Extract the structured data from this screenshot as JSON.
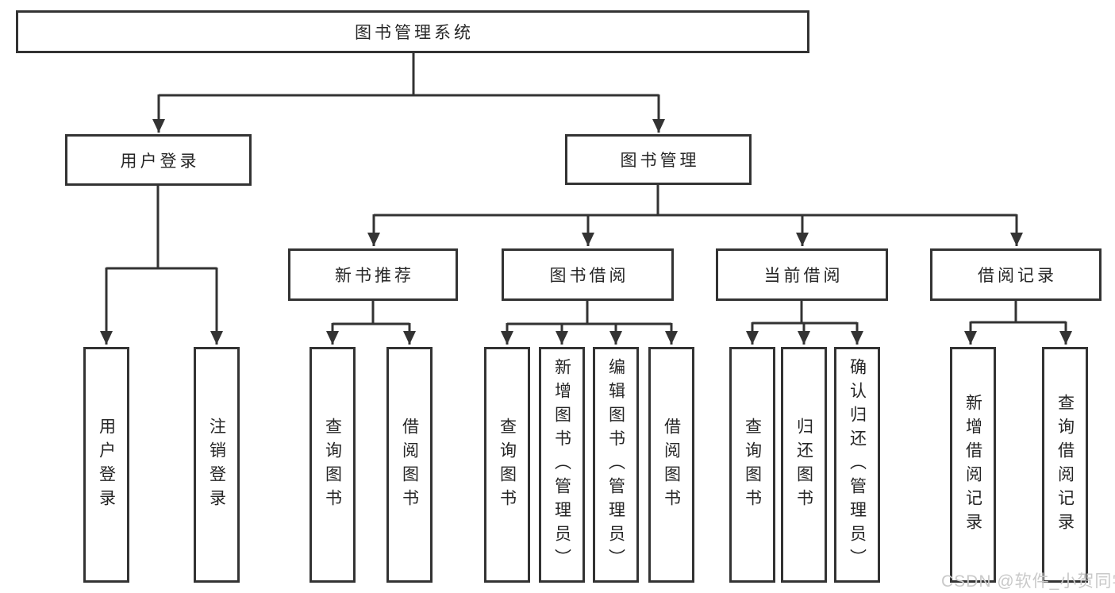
{
  "diagram": {
    "type": "hierarchy-tree",
    "title": "图书管理系统",
    "colors": {
      "line": "#333333",
      "text": "#262626",
      "background": "#ffffff",
      "watermark": "#c9c9c9"
    },
    "watermark": "CSDN @软件_小贺同学"
  },
  "nodes": {
    "root": {
      "label": "图书管理系统"
    },
    "level2": [
      {
        "id": "user-login",
        "label": "用户登录"
      },
      {
        "id": "book-management",
        "label": "图书管理"
      }
    ],
    "level3": [
      {
        "id": "new-book-recommend",
        "label": "新书推荐",
        "parent": "book-management"
      },
      {
        "id": "book-borrowing",
        "label": "图书借阅",
        "parent": "book-management"
      },
      {
        "id": "current-borrowing",
        "label": "当前借阅",
        "parent": "book-management"
      },
      {
        "id": "borrowing-records",
        "label": "借阅记录",
        "parent": "book-management"
      }
    ],
    "leaves": [
      {
        "id": "leaf-user-login",
        "label": "用户登录",
        "parent": "user-login"
      },
      {
        "id": "leaf-logout",
        "label": "注销登录",
        "parent": "user-login"
      },
      {
        "id": "leaf-query-books-a",
        "label": "查询图书",
        "parent": "new-book-recommend"
      },
      {
        "id": "leaf-borrow-books-a",
        "label": "借阅图书",
        "parent": "new-book-recommend"
      },
      {
        "id": "leaf-query-books-b",
        "label": "查询图书",
        "parent": "book-borrowing"
      },
      {
        "id": "leaf-add-books-admin",
        "label": "新增图书（管理员）",
        "parent": "book-borrowing"
      },
      {
        "id": "leaf-edit-books-admin",
        "label": "编辑图书（管理员）",
        "parent": "book-borrowing"
      },
      {
        "id": "leaf-borrow-books-b",
        "label": "借阅图书",
        "parent": "book-borrowing"
      },
      {
        "id": "leaf-query-books-c",
        "label": "查询图书",
        "parent": "current-borrowing"
      },
      {
        "id": "leaf-return-books",
        "label": "归还图书",
        "parent": "current-borrowing"
      },
      {
        "id": "leaf-confirm-return",
        "label": "确认归还（管理员）",
        "parent": "current-borrowing"
      },
      {
        "id": "leaf-add-borrow-record",
        "label": "新增借阅记录",
        "parent": "borrowing-records"
      },
      {
        "id": "leaf-query-borrow-record",
        "label": "查询借阅记录",
        "parent": "borrowing-records"
      }
    ]
  }
}
